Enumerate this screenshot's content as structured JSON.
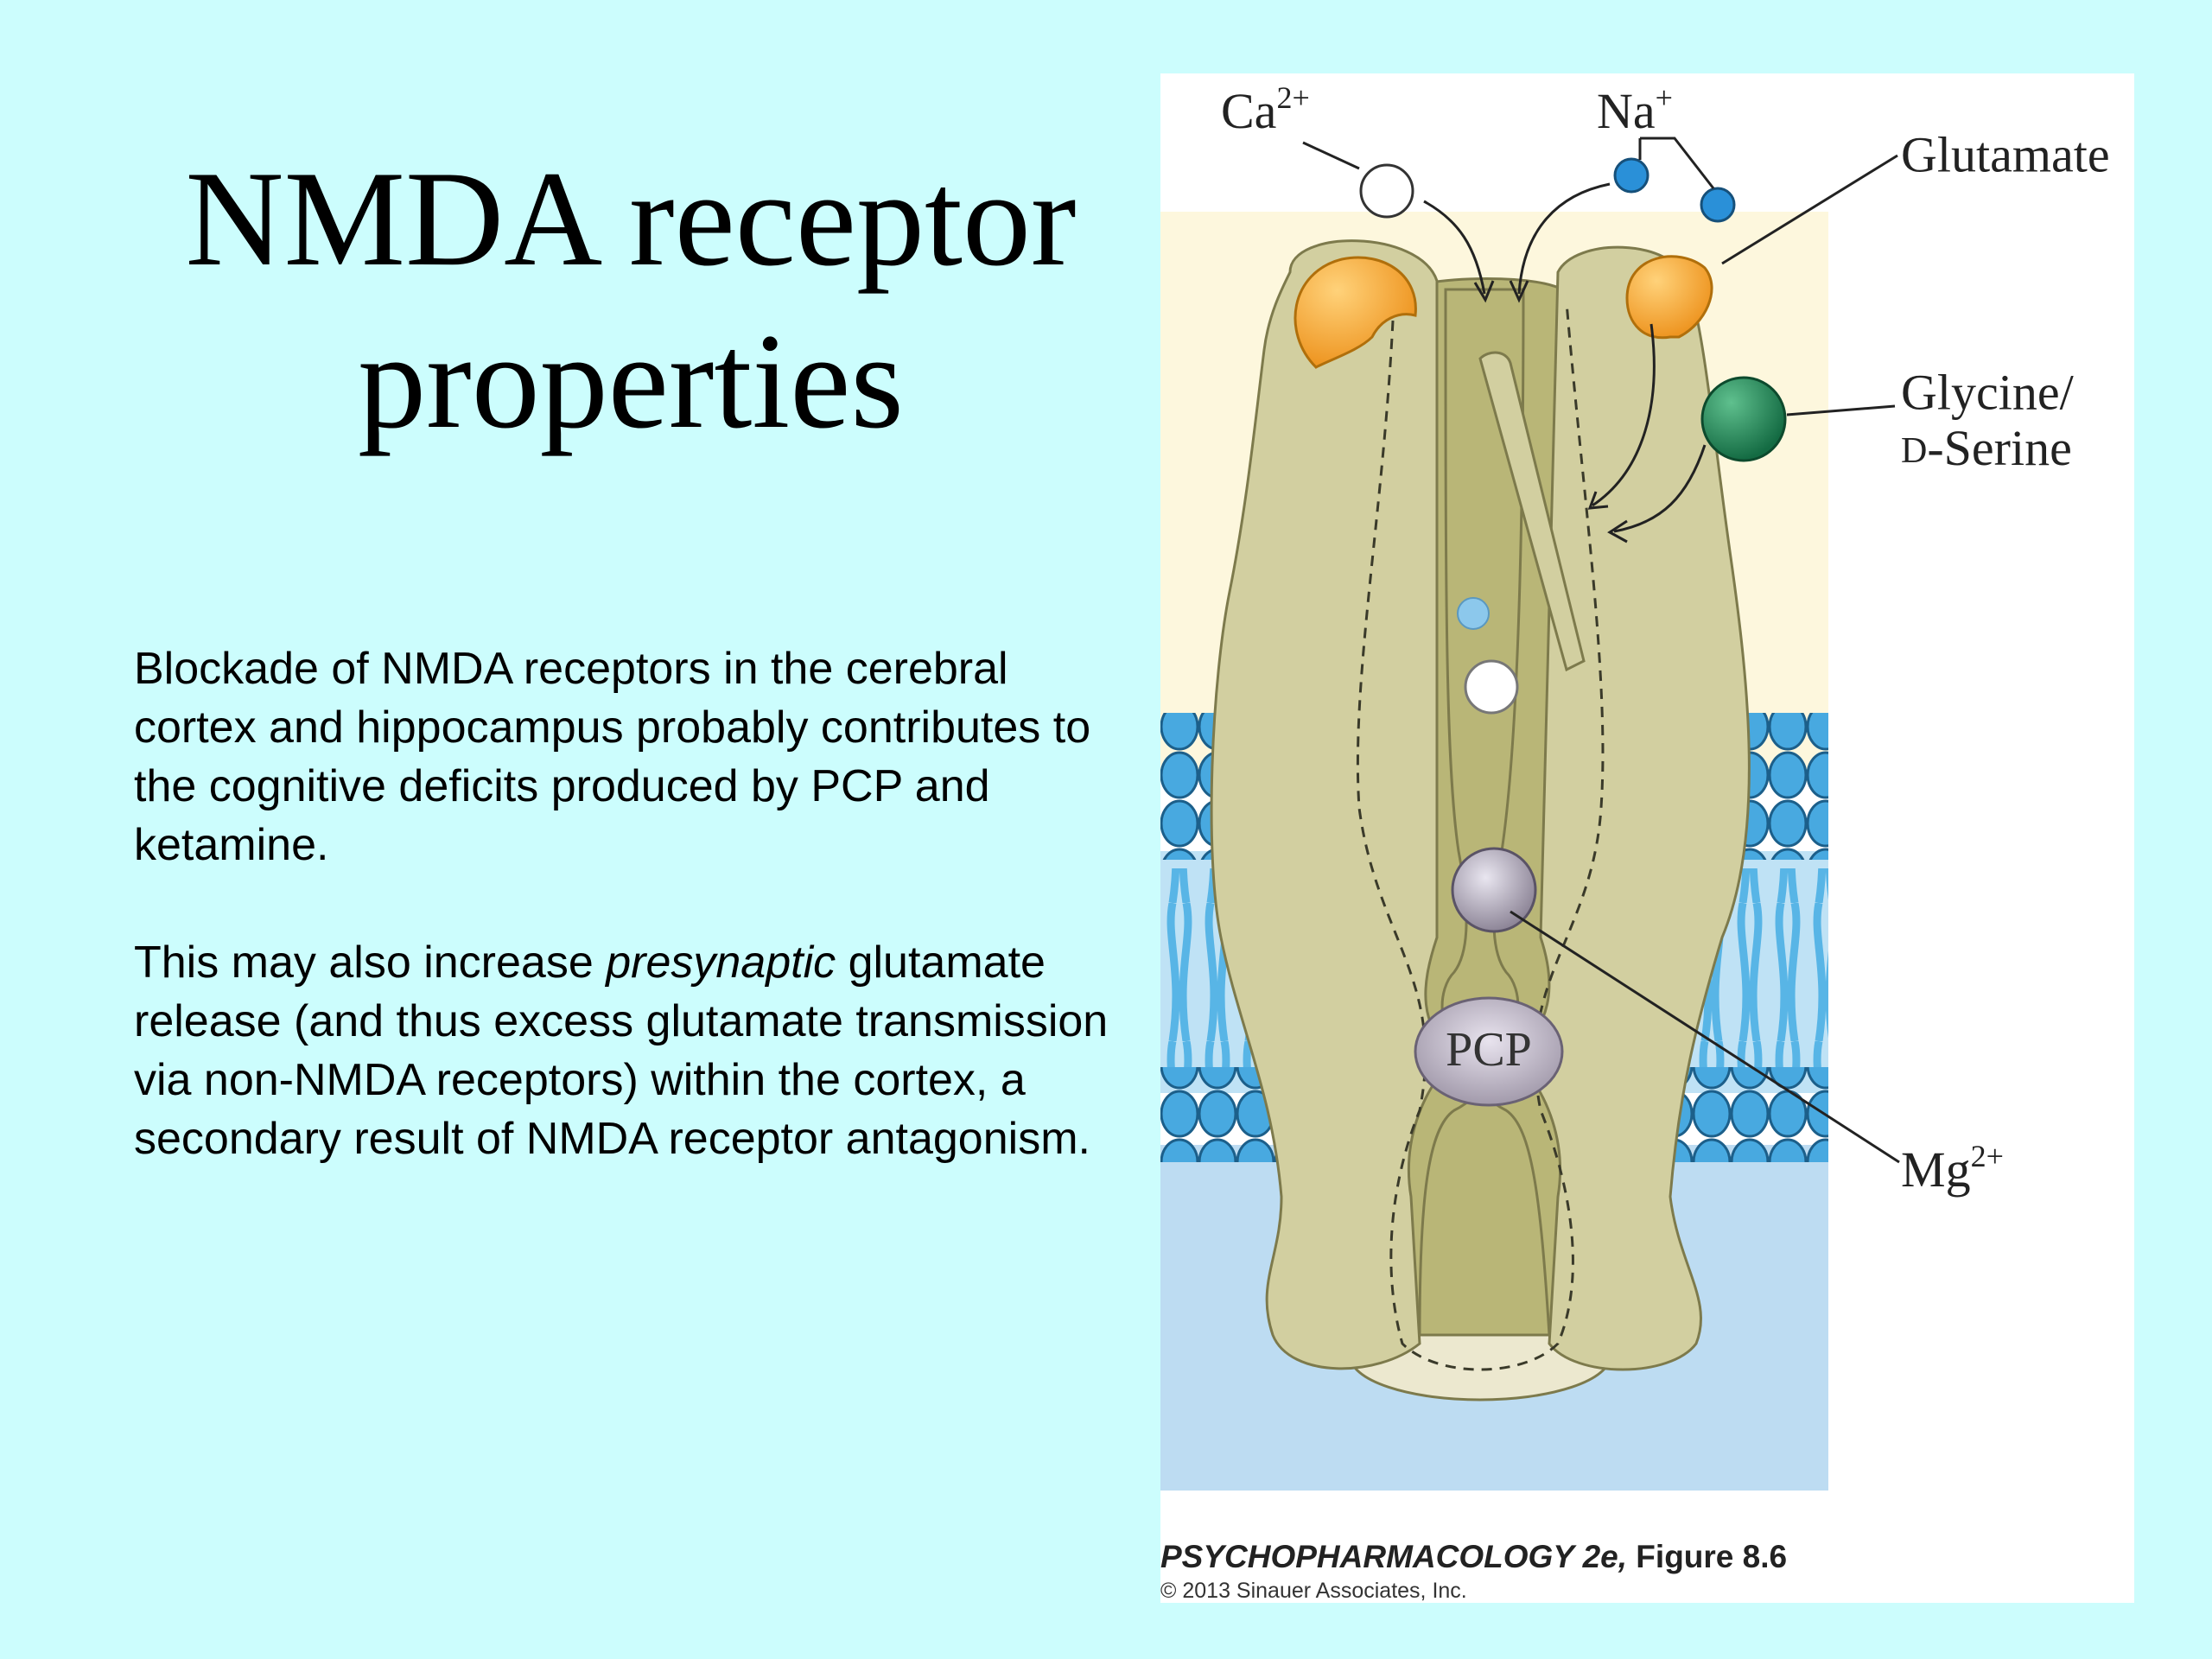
{
  "slide": {
    "title_line1": "NMDA receptor",
    "title_line2": "properties",
    "paragraph1": "Blockade of NMDA receptors in the cerebral cortex and hippocampus probably contributes to the cognitive deficits produced by PCP and ketamine.",
    "paragraph2_pre": "This may also increase ",
    "paragraph2_italic": "presynaptic",
    "paragraph2_post": " glutamate release (and thus excess glutamate transmission via non-NMDA receptors) within the cortex, a secondary result of NMDA receptor antagonism."
  },
  "figure": {
    "labels": {
      "ca": "Ca",
      "ca_sup": "2+",
      "na": "Na",
      "na_sup": "+",
      "glutamate": "Glutamate",
      "glycine": "Glycine/",
      "dserine_prefix": "D",
      "dserine_rest": "-Serine",
      "mg": "Mg",
      "mg_sup": "2+",
      "pcp": "PCP"
    },
    "caption_italic": "PSYCHOPHARMACOLOGY 2e,",
    "caption_rest": " Figure 8.6",
    "copyright": "© 2013 Sinauer Associates, Inc.",
    "colors": {
      "background": "#ccfdfd",
      "receptor": "#d2cfa0",
      "channel": "#b9b677",
      "glutamate_site": "#f5a623",
      "glycine_site": "#1f8a5a",
      "membrane_blue": "#3a9fd8",
      "extracellular": "#fdf7dd",
      "intracellular": "#bddcf2"
    }
  }
}
